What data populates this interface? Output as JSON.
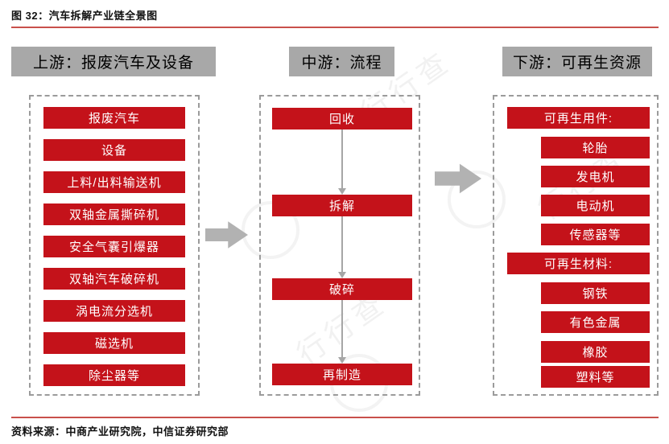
{
  "figure": {
    "title": "图 32：汽车拆解产业链全景图",
    "source": "资料来源：中商产业研究院，中信证券研究部"
  },
  "colors": {
    "box_red": "#c4121a",
    "header_gray": "#a8a8a8",
    "arrow_gray": "#b2b2b2",
    "dash_border": "#9b9b9b",
    "rule_red": "#c9504b"
  },
  "columns": {
    "upstream": {
      "header": "上游：报废汽车及设备",
      "items": [
        "报废汽车",
        "设备",
        "上料/出料输送机",
        "双轴金属撕碎机",
        "安全气囊引爆器",
        "双轴汽车破碎机",
        "涡电流分选机",
        "磁选机",
        "除尘器等"
      ]
    },
    "midstream": {
      "header": "中游：流程",
      "steps": [
        "回收",
        "拆解",
        "破碎",
        "再制造"
      ]
    },
    "downstream": {
      "header": "下游：可再生资源",
      "groups": [
        {
          "label": "可再生用件:",
          "items": [
            "轮胎",
            "发电机",
            "电动机",
            "传感器等"
          ]
        },
        {
          "label": "可再生材料:",
          "items": [
            "钢铁",
            "有色金属",
            "橡胶",
            "塑料等"
          ]
        }
      ]
    }
  },
  "watermark": {
    "text": "行行查"
  }
}
